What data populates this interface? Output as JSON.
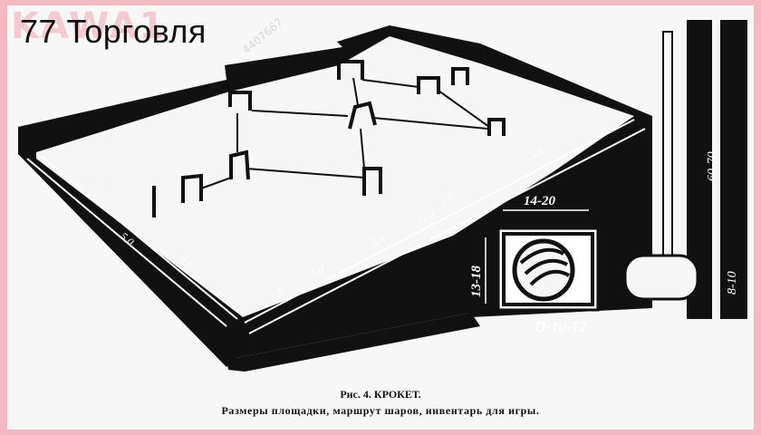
{
  "banner": {
    "text": "77 Торговля",
    "watermark": "KAWA1"
  },
  "labels": {
    "d_left_top": "2.",
    "d_left_mid": "5.0",
    "d_left_low": "2.0",
    "d_corner": "0.5",
    "d_front_1": "1.0",
    "d_front_2": "1.0",
    "d_front_3": "3.0",
    "d_front_4": "12.0",
    "d_front_5": "2.0",
    "d_front_6": "6.0",
    "ball_width": "14-20",
    "ball_height": "13-18",
    "ball_diam": "D-10-12",
    "mallet_len": "60-70",
    "mallet_head": "8-10",
    "stamp": "4407667"
  },
  "caption": {
    "line1": "Рис. 4. КРОКЕТ.",
    "line2": "Размеры площадки, маршрут шаров, инвентарь для игры."
  }
}
